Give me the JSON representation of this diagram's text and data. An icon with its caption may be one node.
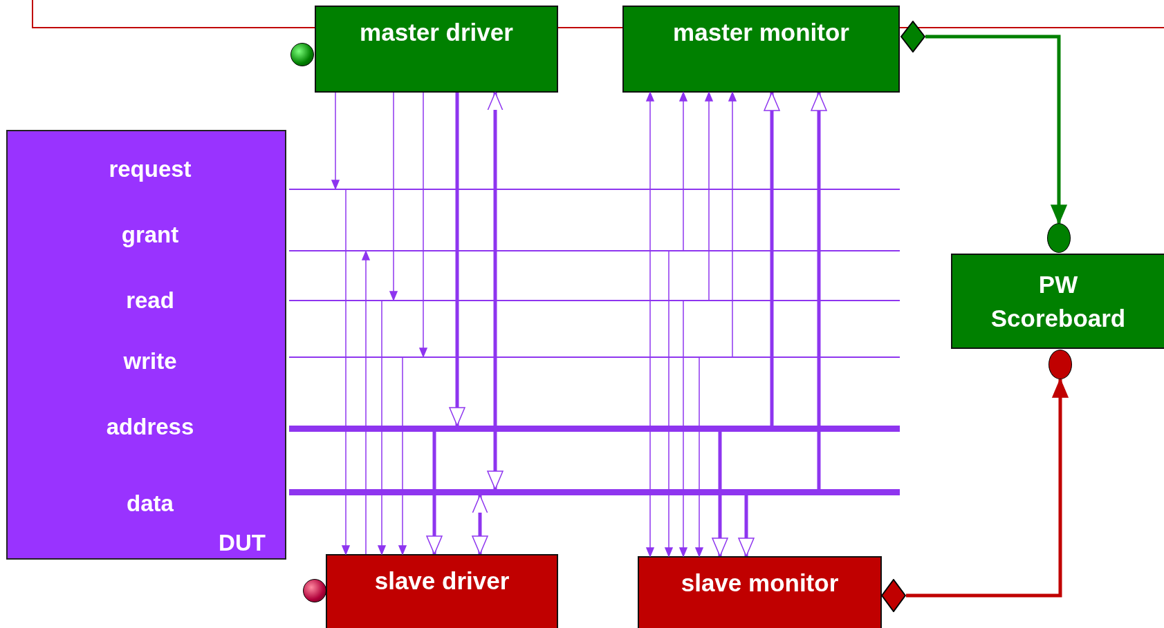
{
  "diagram": {
    "nodes": [
      {
        "text": [
          "master driver"
        ]
      },
      {
        "text": [
          "master monitor"
        ]
      },
      {
        "text": [
          "request",
          "grant",
          "read",
          "write",
          "address",
          "data",
          "DUT"
        ]
      },
      {
        "text": [
          "PW Scoreboard"
        ]
      },
      {
        "text": [
          "slave driver"
        ]
      },
      {
        "text": [
          "slave monitor"
        ]
      },
      {
        "text": [],
        "shape": "bar"
      },
      {
        "text": [],
        "shape": "bar"
      },
      {
        "text": [],
        "shape": "bar"
      },
      {
        "text": [],
        "shape": "bar"
      },
      {
        "text": [],
        "shape": "bar"
      },
      {
        "text": [],
        "shape": "bar"
      },
      {
        "text": [],
        "shape": "circle"
      },
      {
        "text": [],
        "shape": "diamond"
      },
      {
        "text": [],
        "shape": "circle"
      },
      {
        "text": [],
        "shape": "circle"
      },
      {
        "text": [],
        "shape": "diamond"
      },
      {
        "text": [],
        "shape": "circle"
      }
    ],
    "edges": [
      {
        "from": 0,
        "to": 6,
        "arrow": "to"
      },
      {
        "from": 6,
        "to": 4,
        "arrow": "to"
      },
      {
        "from": 4,
        "to": 7,
        "arrow": "to"
      },
      {
        "from": 0,
        "to": 8,
        "arrow": "to"
      },
      {
        "from": 8,
        "to": 4,
        "arrow": "to"
      },
      {
        "from": 0,
        "to": 9,
        "arrow": "to"
      },
      {
        "from": 9,
        "to": 4,
        "arrow": "to"
      },
      {
        "from": 0,
        "to": 10,
        "arrow": "to",
        "style": "thick"
      },
      {
        "from": 0,
        "to": 11,
        "arrow": "both",
        "style": "thick"
      },
      {
        "from": 10,
        "to": 4,
        "arrow": "to",
        "style": "thick"
      },
      {
        "from": 11,
        "to": 4,
        "arrow": "both",
        "style": "thick"
      },
      {
        "from": 6,
        "to": 1,
        "arrow": "to"
      },
      {
        "from": 6,
        "to": 5,
        "arrow": "to"
      },
      {
        "from": 7,
        "to": 1,
        "arrow": "to"
      },
      {
        "from": 7,
        "to": 5,
        "arrow": "to"
      },
      {
        "from": 8,
        "to": 1,
        "arrow": "to"
      },
      {
        "from": 8,
        "to": 5,
        "arrow": "to"
      },
      {
        "from": 9,
        "to": 1,
        "arrow": "to"
      },
      {
        "from": 9,
        "to": 5,
        "arrow": "to"
      },
      {
        "from": 10,
        "to": 1,
        "arrow": "to",
        "style": "thick"
      },
      {
        "from": 11,
        "to": 1,
        "arrow": "to",
        "style": "thick"
      },
      {
        "from": 10,
        "to": 5,
        "arrow": "to",
        "style": "thick"
      },
      {
        "from": 11,
        "to": 5,
        "arrow": "to",
        "style": "thick"
      },
      {
        "from": 13,
        "to": 14,
        "arrow": "to",
        "style": "thick",
        "color": "#008000"
      },
      {
        "from": 16,
        "to": 15,
        "arrow": "to",
        "style": "thick",
        "color": "#c00000"
      }
    ]
  }
}
